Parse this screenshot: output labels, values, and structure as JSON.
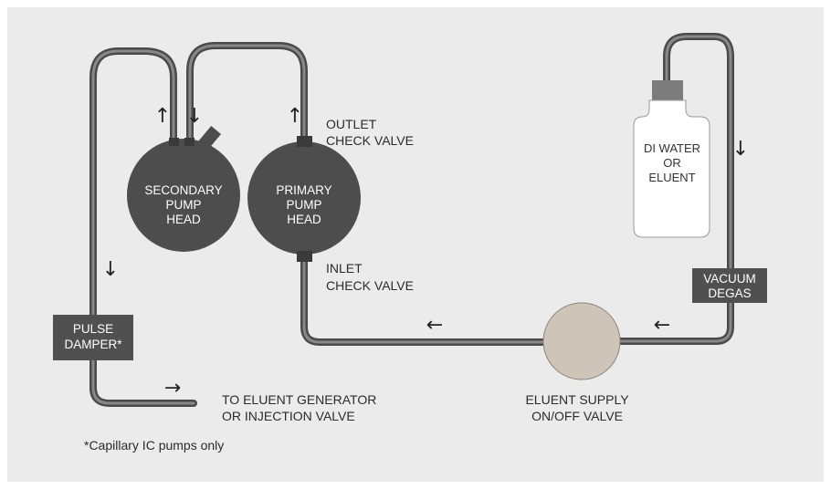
{
  "colors": {
    "panel": "#ebebeb",
    "tube_outer": "#4a4a4a",
    "tube_inner": "#888888",
    "pump_head": "#4d4d4d",
    "valve_disc": "#cec4b8",
    "bottle": "#ffffff",
    "bottle_cap": "#7d7d7d",
    "label_box": "#505050"
  },
  "components": {
    "secondary_pump_head": [
      "SECONDARY",
      "PUMP",
      "HEAD"
    ],
    "primary_pump_head": [
      "PRIMARY",
      "PUMP",
      "HEAD"
    ],
    "bottle": [
      "DI WATER",
      "OR",
      "ELUENT"
    ],
    "vacuum_degas": [
      "VACUUM",
      "DEGAS"
    ],
    "pulse_damper": [
      "PULSE",
      "DAMPER*"
    ]
  },
  "labels": {
    "outlet_check_valve": [
      "OUTLET",
      "CHECK VALVE"
    ],
    "inlet_check_valve": [
      "INLET",
      "CHECK VALVE"
    ],
    "eluent_supply_valve": [
      "ELUENT SUPPLY",
      "ON/OFF VALVE"
    ],
    "destination": [
      "TO ELUENT GENERATOR",
      "OR  INJECTION VALVE"
    ]
  },
  "footnote": "*Capillary IC pumps only",
  "arrow_glyphs": {
    "up": "↑",
    "down": "↓",
    "left": "←",
    "right": "→"
  }
}
